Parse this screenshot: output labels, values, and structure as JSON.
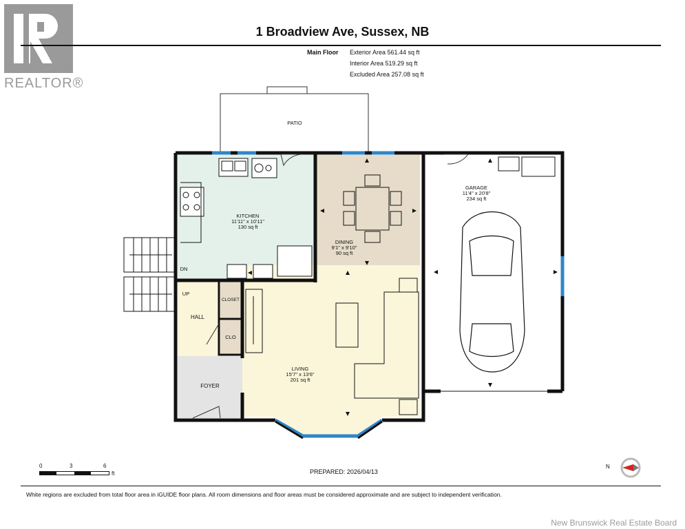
{
  "logo": {
    "text": "REALTOR®"
  },
  "title": "1 Broadview Ave, Sussex, NB",
  "areas": {
    "label": "Main Floor",
    "exterior": "Exterior Area 561.44 sq ft",
    "interior": "Interior Area 519.29 sq ft",
    "excluded": "Excluded Area 257.08 sq ft"
  },
  "rooms": {
    "patio": "PATIO",
    "kitchen": {
      "name": "KITCHEN",
      "dims": "11'11\" x 10'11\"",
      "area": "130 sq ft"
    },
    "dining": {
      "name": "DINING",
      "dims": "9'1\" x 9'10\"",
      "area": "90 sq ft"
    },
    "garage": {
      "name": "GARAGE",
      "dims": "11'4\" x 20'8\"",
      "area": "234 sq ft"
    },
    "living": {
      "name": "LIVING",
      "dims": "15'7\" x 13'6\"",
      "area": "201 sq ft"
    },
    "hall": "HALL",
    "closet": "CLOSET",
    "clo": "CLO",
    "foyer": "FOYER",
    "dn": "DN",
    "up": "UP"
  },
  "scale": {
    "t0": "0",
    "t3": "3",
    "t6": "6",
    "unit": "ft"
  },
  "prepared": "PREPARED: 2026/04/13",
  "compass": {
    "label": "N"
  },
  "disclaimer": "White regions are excluded from total floor area in iGUIDE floor plans. All room dimensions and floor areas must be considered approximate and are subject to independent verification.",
  "board": "New Brunswick Real Estate Board",
  "colors": {
    "kitchen": "#e4f1ea",
    "dining": "#e6dcc9",
    "living": "#fbf5da",
    "foyer": "#e4e4e4",
    "window": "#2f86c8",
    "wall": "#111111"
  }
}
